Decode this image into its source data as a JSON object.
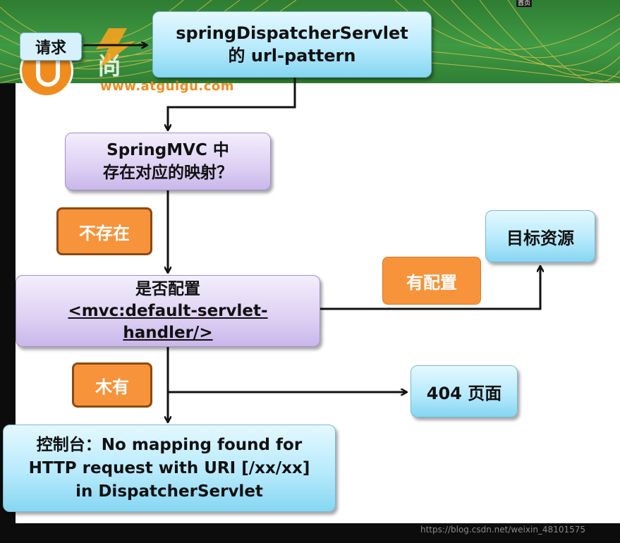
{
  "header": {
    "site_url": "www.atguigu.com",
    "logo_mark": "尚",
    "corner_badge": "首页"
  },
  "nodes": {
    "request": "请求",
    "dispatcher": [
      "springDispatcherServlet",
      "的 url-pattern"
    ],
    "mapping_check": [
      "SpringMVC 中",
      "存在对应的映射？"
    ],
    "config_check": [
      "是否配置",
      "<mvc:default-servlet-",
      "handler/>"
    ],
    "target_resource": "目标资源",
    "page_404": "404 页面",
    "console": [
      "控制台：No mapping found for",
      "HTTP request with URI [/xx/xx]",
      "in DispatcherServlet"
    ]
  },
  "labels": {
    "not_exist": "不存在",
    "configured": "有配置",
    "not_configured": "木有"
  },
  "footer": {
    "watermark": "https://blog.csdn.net/weixin_48101575"
  },
  "colors": {
    "header_green": "#2e7d32",
    "header_lines": "#e8c84a",
    "logo_orange": "#f08c1e",
    "node_cyan": "#b7eafc",
    "node_purple": "#ddd0f3",
    "label_orange": "#f7933a",
    "arrow": "#111111"
  }
}
